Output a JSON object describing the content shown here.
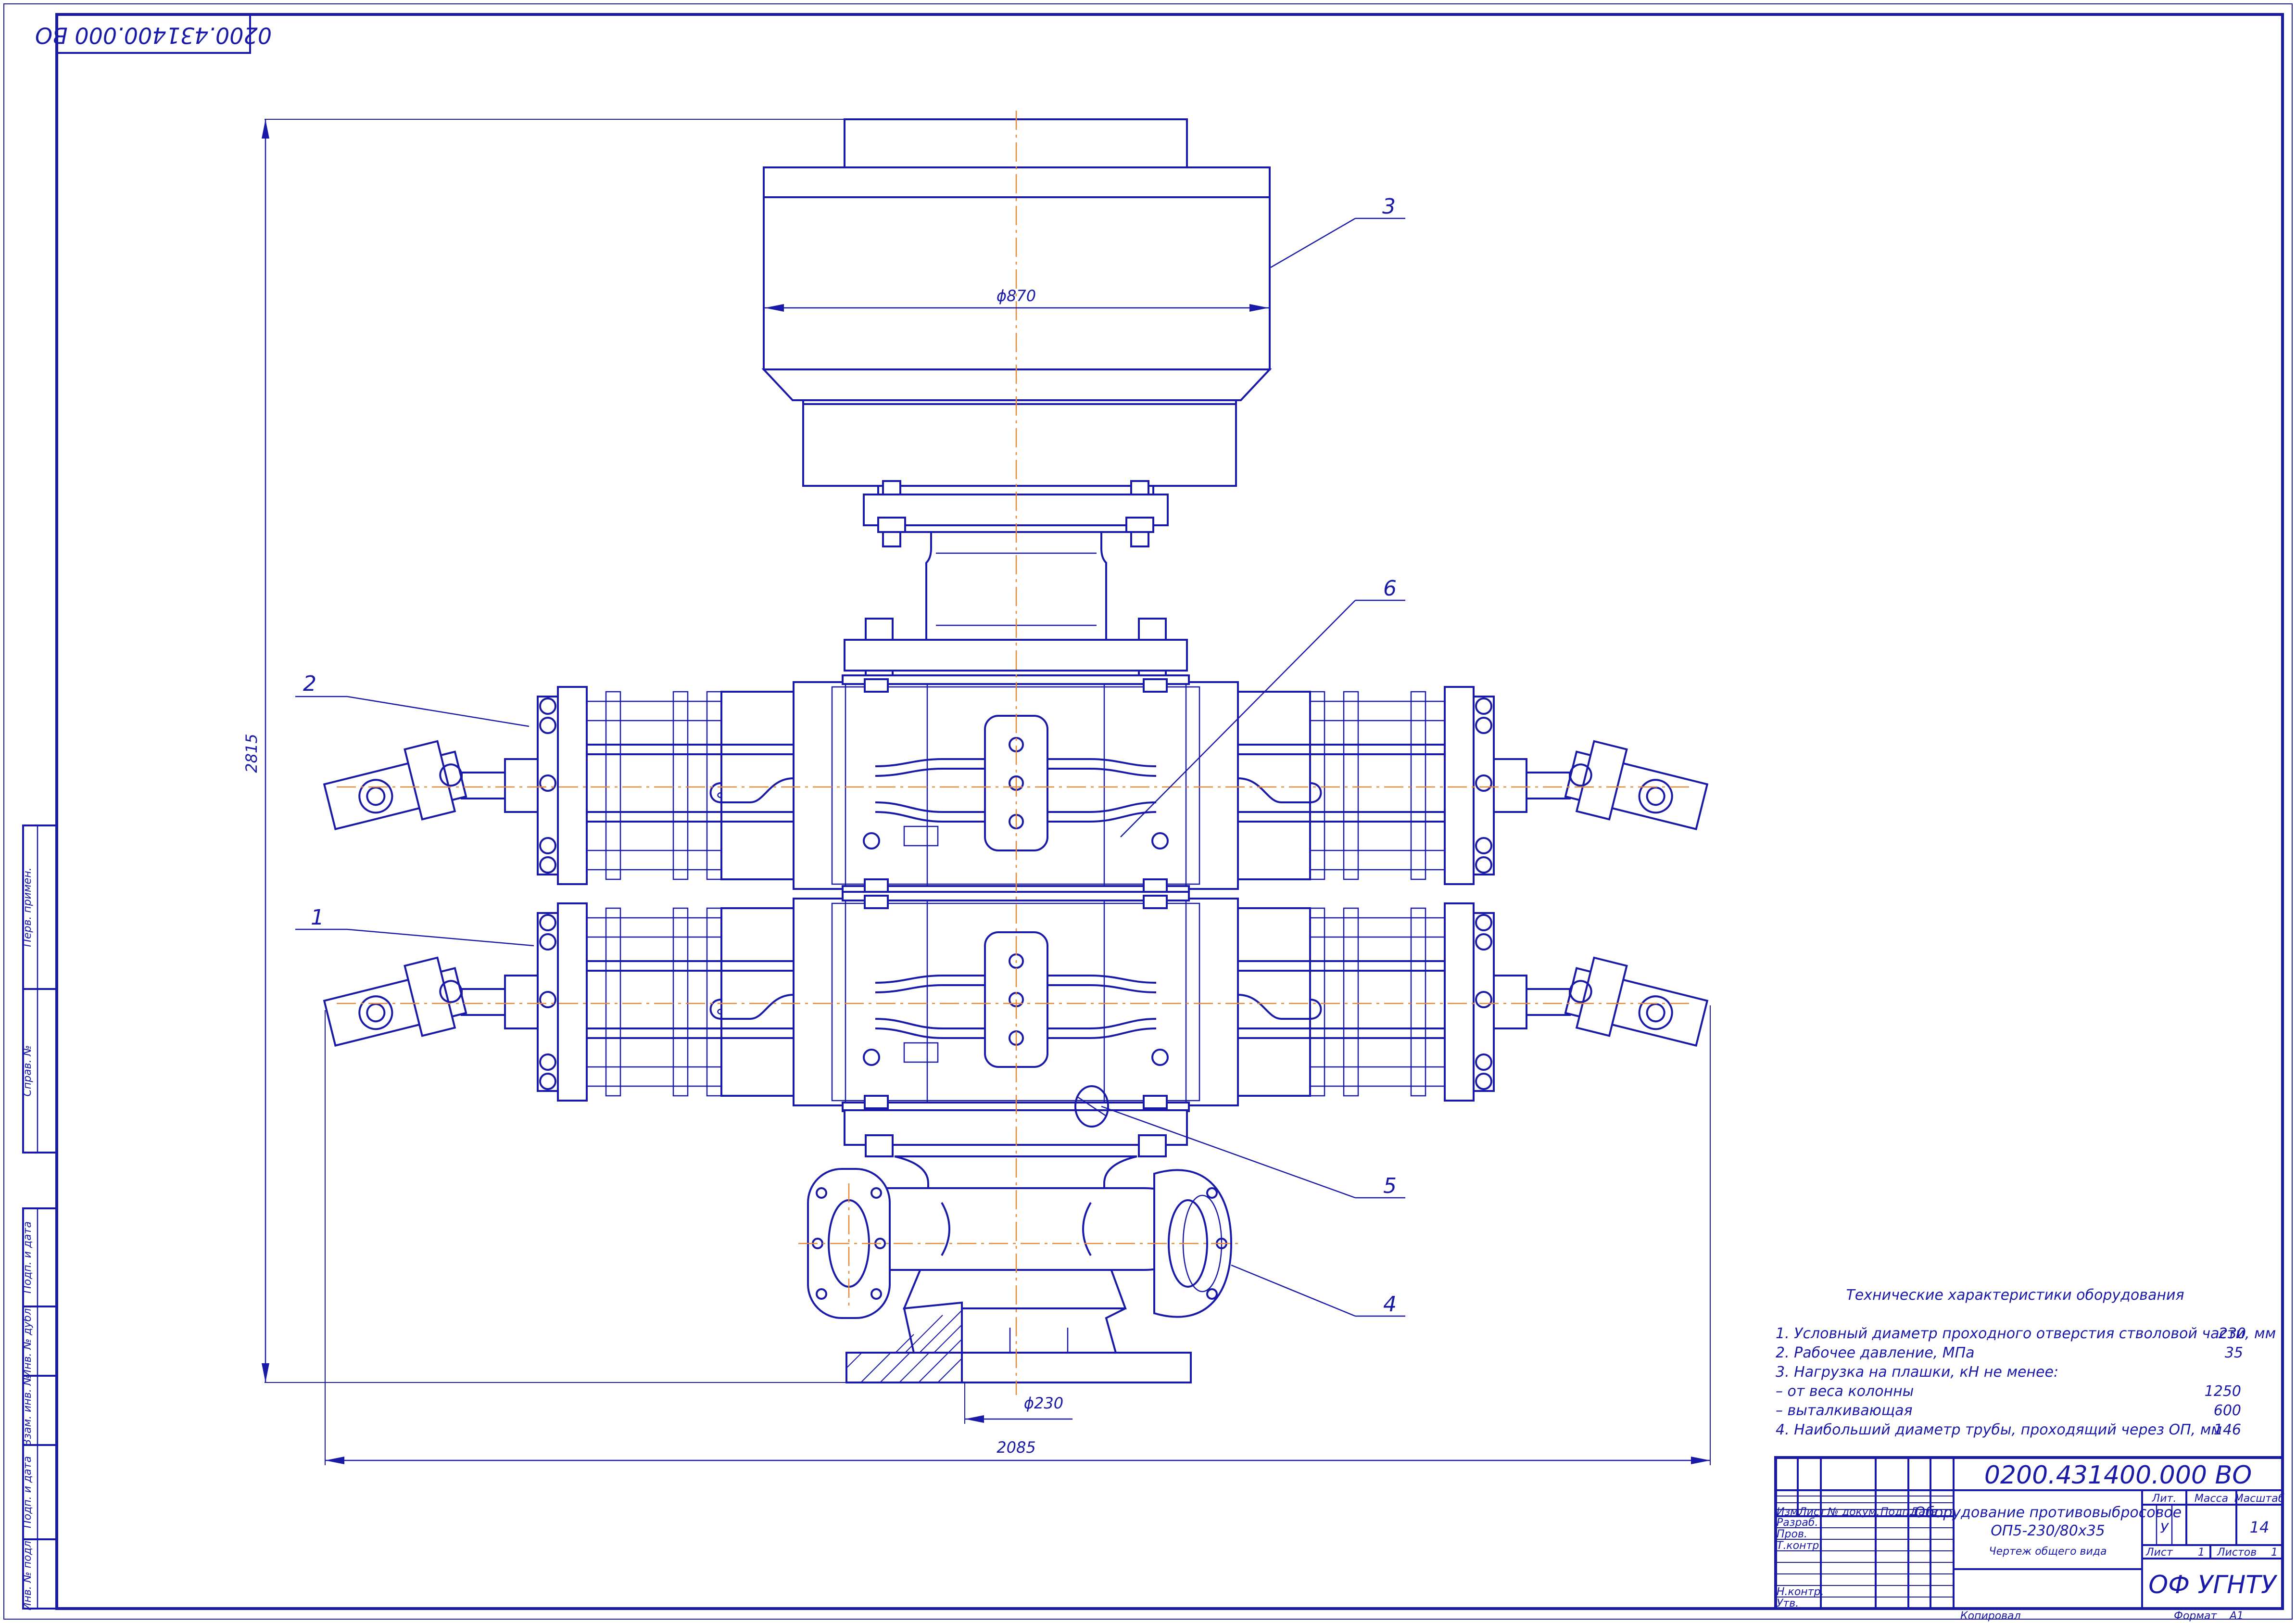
{
  "drawing": {
    "code": "0200.431400.000 ВО",
    "code_rotated": "0200.431400.000 ВО",
    "title_line1": "Оборудование противовыбросовое",
    "title_line2": "ОП5-230/80х35",
    "title_line3": "Чертеж общего вида",
    "organization": "ОФ УГНТУ",
    "letter": "У",
    "scale": "14",
    "sheet": "1",
    "sheets": "1",
    "format": "А1",
    "copied": "Копировал",
    "format_label": "Формат"
  },
  "title_block_headers": {
    "lit": "Лит.",
    "mass": "Масса",
    "scale": "Масштаб",
    "izm": "Изм.",
    "list": "Лист",
    "doc": "№ докум.",
    "sign": "Подп.",
    "date": "Дата",
    "list2": "Лист",
    "sheets": "Листов",
    "razrab": "Разраб.",
    "prov": "Пров.",
    "tkontr": "Т.контр.",
    "nkontr": "Н.контр.",
    "utv": "Утв."
  },
  "side_stamps": [
    "Перв. примен.",
    "Справ. №",
    "Подп. и дата",
    "Инв. № дубл.",
    "Взам. инв. №",
    "Подп. и дата",
    "Инв. № подл."
  ],
  "dimensions": {
    "d870": "ϕ870",
    "h2815": "2815",
    "d230": "ϕ230",
    "w2085": "2085"
  },
  "callouts": [
    "1",
    "2",
    "3",
    "4",
    "5",
    "6"
  ],
  "specs": {
    "title": "Технические характеристики оборудования",
    "rows": [
      {
        "text": "1. Условный диаметр проходного отверстия стволовой части, мм",
        "value": "230"
      },
      {
        "text": "2. Рабочее давление, МПа",
        "value": "35"
      },
      {
        "text": "3. Нагрузка на плашки, кН не менее:",
        "value": ""
      },
      {
        "text": "  – от веса колонны",
        "value": "1250"
      },
      {
        "text": "  – выталкивающая",
        "value": "600"
      },
      {
        "text": "4. Наибольший диаметр трубы, проходящий через ОП, мм",
        "value": "146"
      }
    ]
  }
}
